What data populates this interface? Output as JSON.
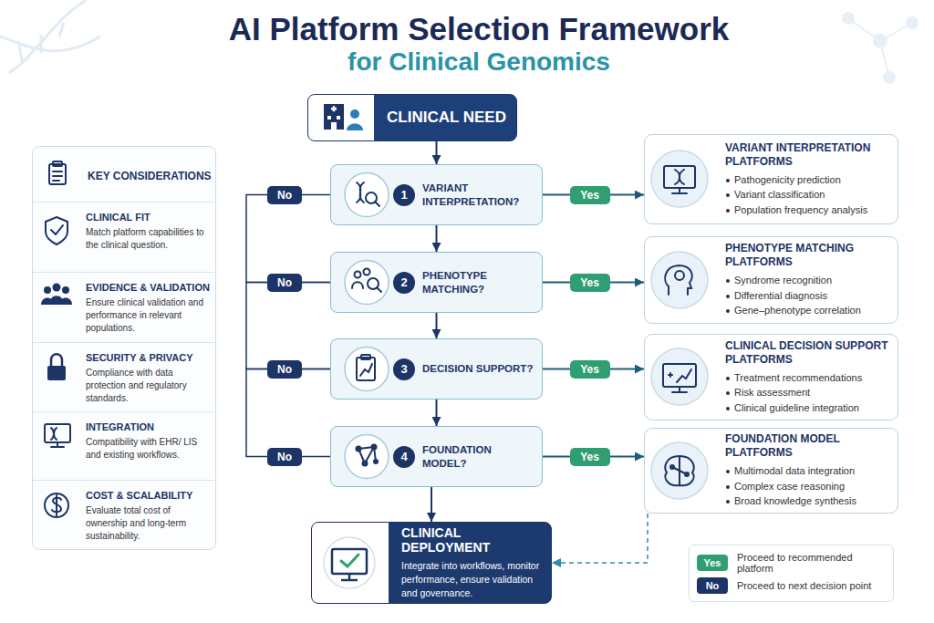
{
  "diagram": {
    "title": "AI Platform Selection Framework",
    "nodes": [
      {
        "text": [
          "CLINICAL NEED"
        ]
      },
      {
        "text": [
          "1",
          "VARIANT INTERPRETATION?"
        ]
      },
      {
        "text": [
          "VARIANT INTERPRETATION PLATFORMS",
          "Pathogenicity prediction",
          "Variant classification",
          "Population frequency analysis"
        ]
      },
      {
        "text": [
          "2",
          "PHENOTYPE MATCHING?"
        ]
      },
      {
        "text": [
          "PHENOTYPE MATCHING PLATFORMS",
          "Syndrome recognition",
          "Differential diagnosis",
          "Gene–phenotype correlation"
        ]
      },
      {
        "text": [
          "3",
          "DECISION SUPPORT?"
        ]
      },
      {
        "text": [
          "CLINICAL DECISION SUPPORT PLATFORMS",
          "Treatment recommendations",
          "Risk assessment",
          "Clinical guideline integration"
        ]
      },
      {
        "text": [
          "4",
          "FOUNDATION MODEL?"
        ]
      },
      {
        "text": [
          "FOUNDATION MODEL PLATFORMS",
          "Multimodal data integration",
          "Complex case reasoning",
          "Broad knowledge synthesis"
        ]
      },
      {
        "text": [
          "CLINICAL DEPLOYMENT",
          "Integrate into workflows, monitor performance, ensure validation and governance."
        ]
      },
      {
        "text": [
          "KEY CONSIDERATIONS"
        ]
      },
      {
        "text": [
          "CLINICAL FIT",
          "Match platform capabilities to the clinical question."
        ],
        "in": 10
      },
      {
        "text": [
          "EVIDENCE & VALIDATION",
          "Ensure clinical validation and performance in relevant populations."
        ],
        "in": 10
      },
      {
        "text": [
          "SECURITY & PRIVACY",
          "Compliance with data protection and regulatory standards."
        ],
        "in": 10
      },
      {
        "text": [
          "INTEGRATION",
          "Compatibility with EHR/ LIS and existing workflows."
        ],
        "in": 10
      },
      {
        "text": [
          "COST & SCALABILITY",
          "Evaluate total cost of ownership and long-term sustainability."
        ],
        "in": 10
      }
    ],
    "edges": [
      {
        "from": 0,
        "to": 1,
        "arrow": "to"
      },
      {
        "from": 1,
        "to": 2,
        "label": "Yes",
        "arrow": "to"
      },
      {
        "from": 1,
        "to": 3,
        "arrow": "to"
      },
      {
        "from": 3,
        "to": 4,
        "label": "Yes",
        "arrow": "to"
      },
      {
        "from": 3,
        "to": 5,
        "arrow": "to"
      },
      {
        "from": 5,
        "to": 6,
        "label": "Yes",
        "arrow": "to"
      },
      {
        "from": 5,
        "to": 7,
        "arrow": "to"
      },
      {
        "from": 7,
        "to": 8,
        "label": "Yes",
        "arrow": "to"
      },
      {
        "from": 7,
        "to": 9,
        "arrow": "to"
      },
      {
        "from": 8,
        "to": 9,
        "arrow": "to"
      },
      {
        "from": 1,
        "to": 3,
        "arrow": "none"
      },
      {
        "from": 3,
        "to": 5,
        "arrow": "none"
      },
      {
        "from": 5,
        "to": 7,
        "arrow": "none"
      }
    ],
    "labels": [
      "for Clinical Genomics",
      "No",
      "No",
      "No",
      "No",
      "Yes",
      "No"
    ],
    "legend": [
      {
        "text": "Proceed to recommended platform",
        "color": "#2f9e73"
      },
      {
        "text": "Proceed to next decision point",
        "color": "#1d3466"
      }
    ]
  }
}
